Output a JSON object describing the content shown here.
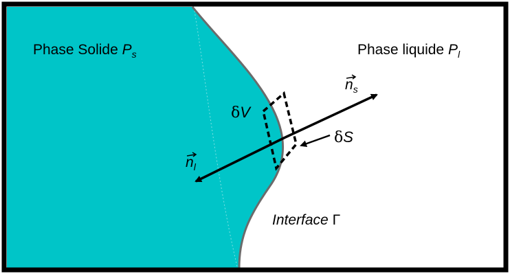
{
  "colors": {
    "solid_fill": "#00c5c8",
    "interface_stroke": "#6b6b6b",
    "frame": "#000000",
    "arrows": "#000000",
    "control_volume_stroke": "#000000"
  },
  "labels": {
    "solid_phase": {
      "text": "Phase Solide ",
      "symbol": "P",
      "subscript": "s"
    },
    "liquid_phase": {
      "text": "Phase liquide ",
      "symbol": "P",
      "subscript": "l"
    },
    "interface": {
      "text": "Interface ",
      "symbol": "Γ"
    },
    "normal_solid": {
      "symbol": "n",
      "subscript": "s"
    },
    "normal_liquid": {
      "symbol": "n",
      "subscript": "l"
    },
    "volume_element": {
      "prefix": "δ",
      "symbol": "V"
    },
    "surface_element": {
      "prefix": "δ",
      "symbol": "S"
    }
  }
}
